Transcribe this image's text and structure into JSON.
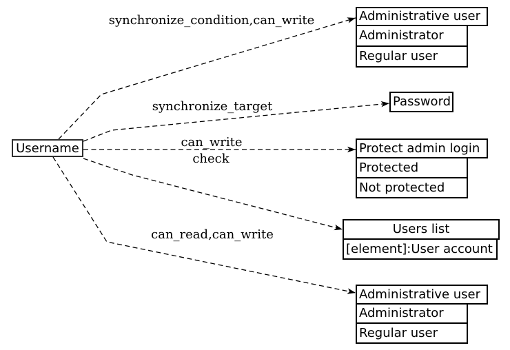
{
  "source_node": {
    "label": "Username"
  },
  "edge_labels": {
    "synchronize_condition": "synchronize_condition,can_write",
    "synchronize_target": "synchronize_target",
    "can_write_check_line1": "can_write",
    "can_write_check_line2": "check",
    "can_read_can_write": "can_read,can_write"
  },
  "nodes": {
    "admin_users_top": {
      "header": "Administrative user",
      "rows": [
        "Administrator",
        "Regular user"
      ]
    },
    "password": {
      "label": "Password"
    },
    "protect_admin_login": {
      "header": "Protect admin login",
      "rows": [
        "Protected",
        "Not protected"
      ]
    },
    "users_list": {
      "header": "Users list",
      "rows": [
        "[element]:User account"
      ]
    },
    "admin_users_bottom": {
      "header": "Administrative user",
      "rows": [
        "Administrator",
        "Regular user"
      ]
    }
  },
  "colors": {
    "background": "#ffffff",
    "edge": "#000000",
    "node_border": "#000000",
    "text": "#000000"
  }
}
